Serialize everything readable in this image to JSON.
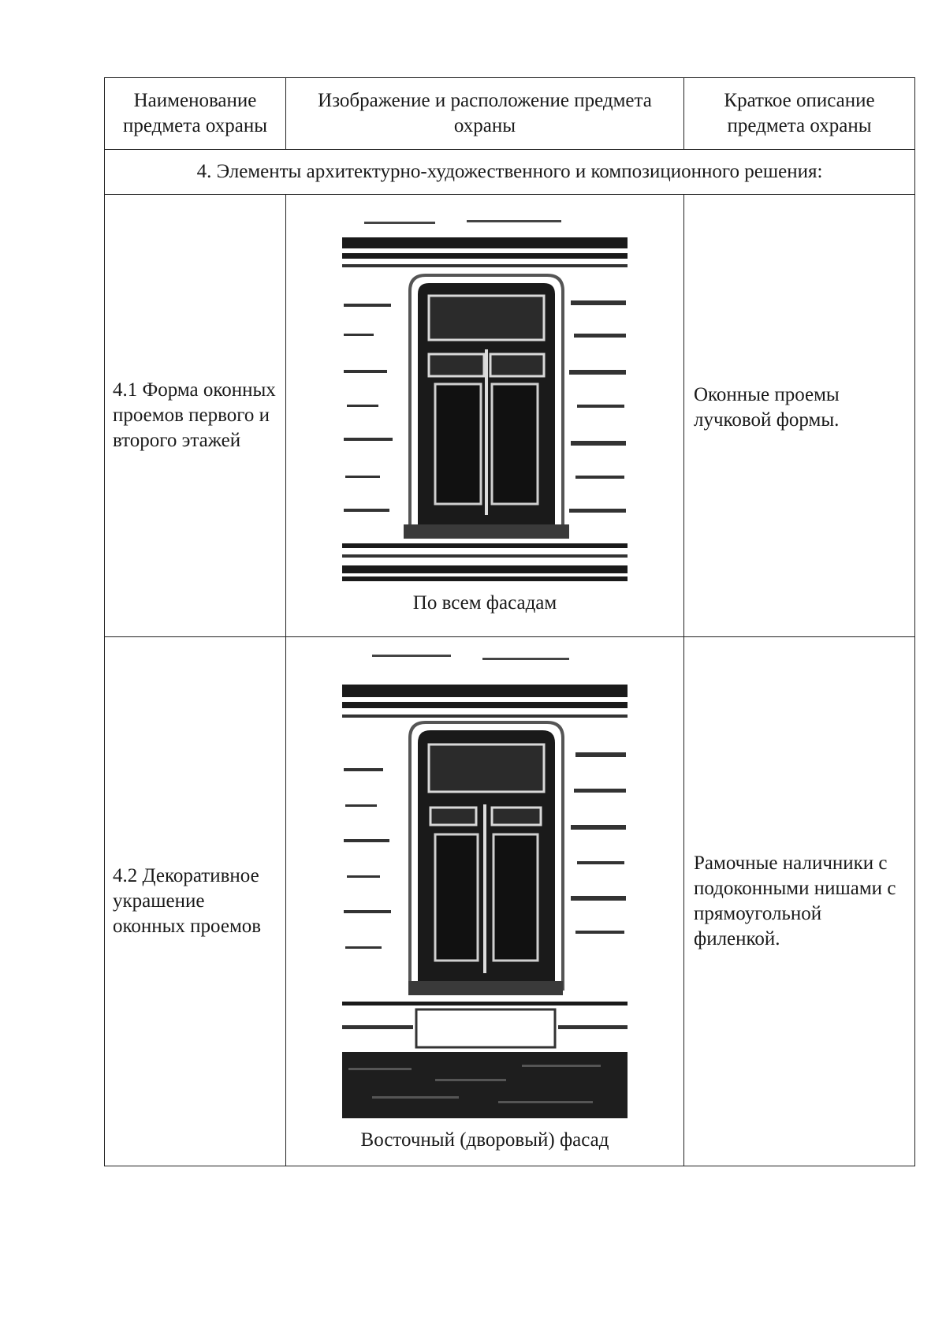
{
  "table": {
    "headers": {
      "name": "Наименование предмета охраны",
      "image": "Изображение и расположение предмета охраны",
      "description": "Краткое описание предмета охраны"
    },
    "section_title": "4. Элементы архитектурно-художественного и композиционного решения:",
    "rows": [
      {
        "name": "4.1 Форма оконных проемов первого и второго этажей",
        "caption": "По всем фасадам",
        "description": "Оконные проемы лучковой формы."
      },
      {
        "name": "4.2 Декоративное украшение оконных проемов",
        "caption": "Восточный (дворовый) фасад",
        "description": "Рамочные наличники с подоконными нишами с прямоугольной филенкой."
      }
    ]
  }
}
